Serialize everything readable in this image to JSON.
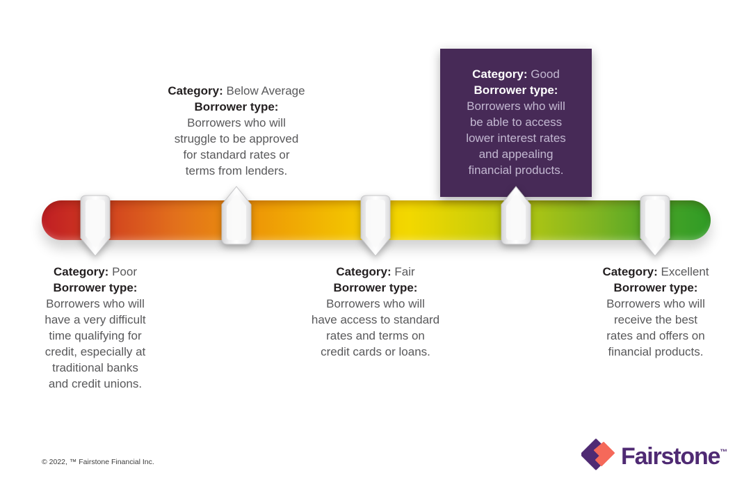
{
  "callouts": {
    "poor": {
      "category_label": "Category:",
      "category_value": "Poor",
      "type_label": "Borrower type:",
      "lines": [
        "Borrowers who will",
        "have a very difficult",
        "time qualifying for",
        "credit, especially at",
        "traditional banks",
        "and credit unions."
      ]
    },
    "below_average": {
      "category_label": "Category:",
      "category_value": "Below Average",
      "type_label": "Borrower type:",
      "lines": [
        "Borrowers who will",
        "struggle to be approved",
        "for standard rates or",
        "terms from lenders."
      ]
    },
    "fair": {
      "category_label": "Category:",
      "category_value": "Fair",
      "type_label": "Borrower type:",
      "lines": [
        "Borrowers who will",
        "have access to standard",
        "rates and terms on",
        "credit cards or loans."
      ]
    },
    "good": {
      "category_label": "Category:",
      "category_value": "Good",
      "type_label": "Borrower type:",
      "lines": [
        "Borrowers who will",
        "be able to access",
        "lower interest rates",
        "and appealing",
        "financial products."
      ],
      "highlighted": true,
      "highlight_color": "#472a57"
    },
    "excellent": {
      "category_label": "Category:",
      "category_value": "Excellent",
      "type_label": "Borrower type:",
      "lines": [
        "Borrowers who will",
        "receive the best",
        "rates and offers on",
        "financial products."
      ]
    }
  },
  "scale": {
    "gradient_colors": [
      "#c01e24",
      "#e2701c",
      "#ee9a06",
      "#f3c300",
      "#f2d800",
      "#a9c315",
      "#7fb422",
      "#2f9b25"
    ],
    "marker_order": [
      "poor",
      "below_average",
      "fair",
      "good",
      "excellent"
    ],
    "marker_directions": [
      "down",
      "up",
      "down",
      "up",
      "down"
    ]
  },
  "footer": {
    "copyright": "© 2022, ™ Fairstone Financial Inc."
  },
  "brand": {
    "name": "Fairstone",
    "trademark": "™",
    "purple": "#4f2a73",
    "coral": "#f5695a"
  }
}
